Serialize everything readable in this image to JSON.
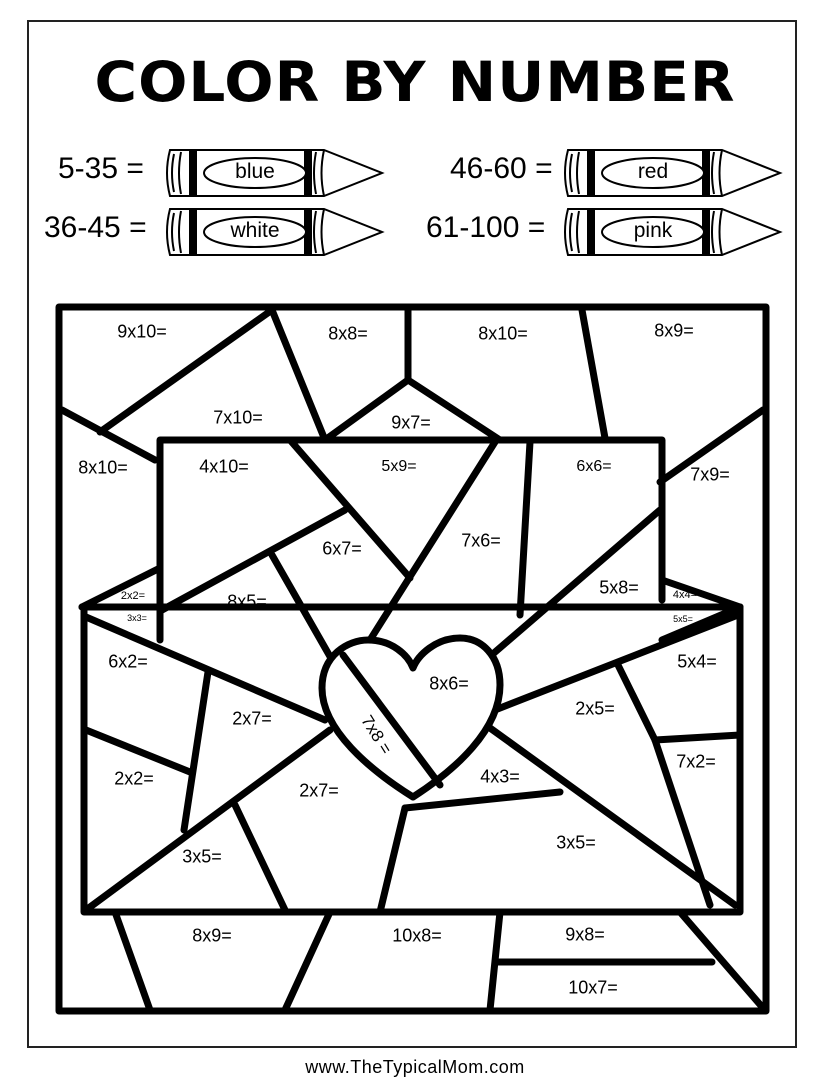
{
  "title": "COLOR BY NUMBER",
  "key": [
    {
      "range": "5-35 =",
      "color": "blue"
    },
    {
      "range": "46-60 =",
      "color": "red"
    },
    {
      "range": "36-45 =",
      "color": "white"
    },
    {
      "range": "61-100 =",
      "color": "pink"
    }
  ],
  "problems": [
    "9x10=",
    "8x8=",
    "8x10=",
    "8x9=",
    "7x10=",
    "9x7=",
    "8x10=",
    "4x10=",
    "5x9=",
    "6x6=",
    "7x9=",
    "6x7=",
    "7x6=",
    "2x2=",
    "3x3=",
    "8x5=",
    "5x8=",
    "4x4=",
    "5x5=",
    "6x2=",
    "5x4=",
    "8x6=",
    "2x7=",
    "2x5=",
    "7x8 =",
    "2x2=",
    "7x2=",
    "2x7=",
    "4x3=",
    "3x5=",
    "3x5=",
    "8x9=",
    "10x8=",
    "9x8=",
    "10x7="
  ],
  "footer": "www.TheTypicalMom.com"
}
